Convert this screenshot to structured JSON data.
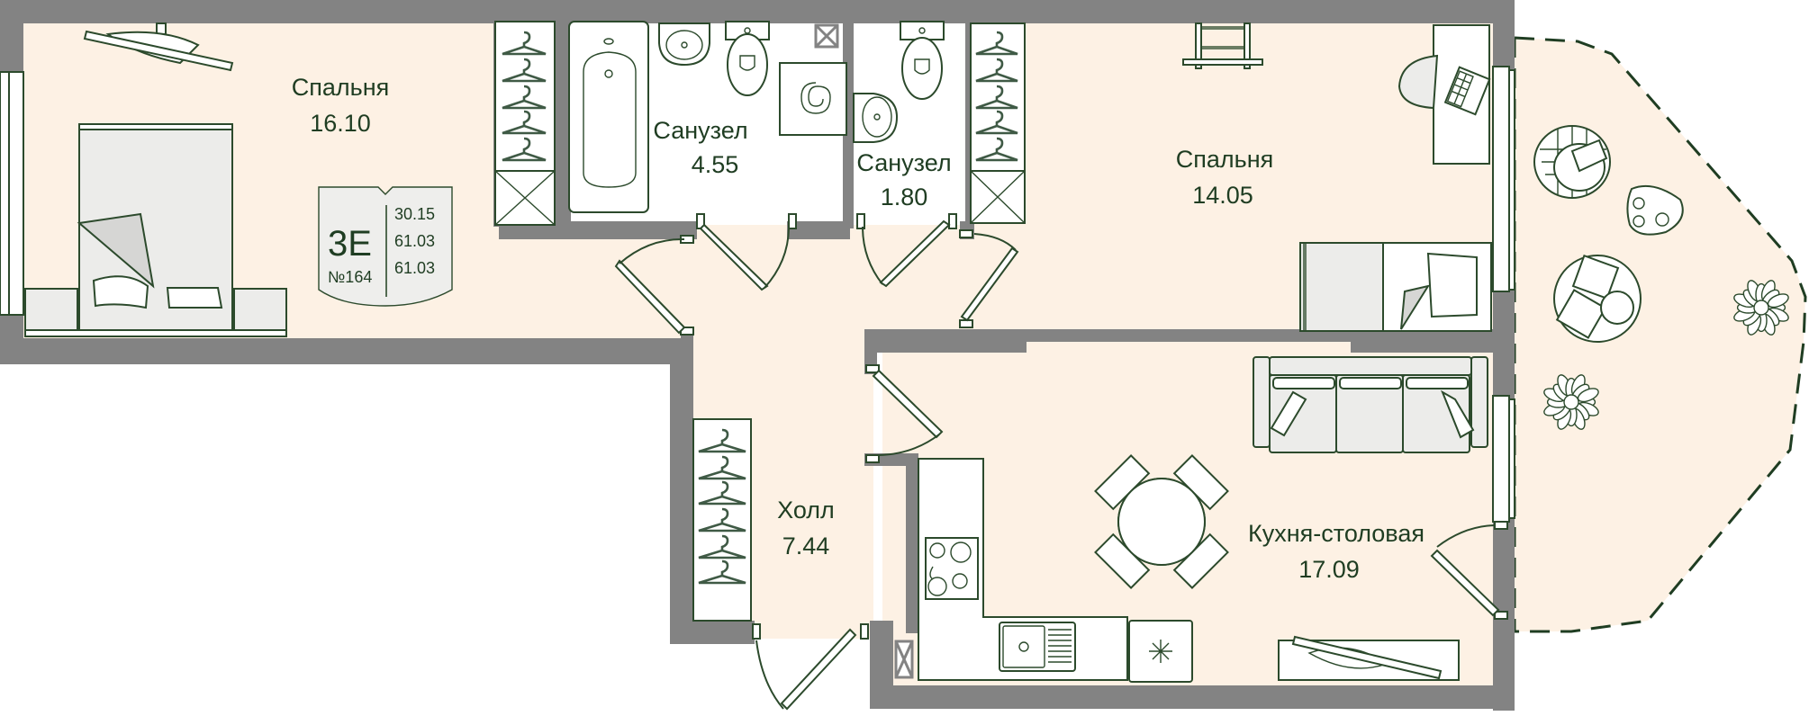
{
  "plan": {
    "unit_badge": {
      "type": "3E",
      "number": "№164",
      "areas": [
        "30.15",
        "61.03",
        "61.03"
      ]
    },
    "rooms": [
      {
        "id": "bedroom-1",
        "name": "Спальня",
        "area": "16.10"
      },
      {
        "id": "bathroom-1",
        "name": "Санузел",
        "area": "4.55"
      },
      {
        "id": "bathroom-2",
        "name": "Санузел",
        "area": "1.80"
      },
      {
        "id": "bedroom-2",
        "name": "Спальня",
        "area": "14.05"
      },
      {
        "id": "hall",
        "name": "Холл",
        "area": "7.44"
      },
      {
        "id": "kitchen-dining",
        "name": "Кухня-столовая",
        "area": "17.09"
      }
    ],
    "colors": {
      "floor": "#fdf1e4",
      "wall": "#838383",
      "line": "#2c4a2c",
      "text": "#1f3d22",
      "tile_pattern": "#d8c6b6"
    }
  }
}
